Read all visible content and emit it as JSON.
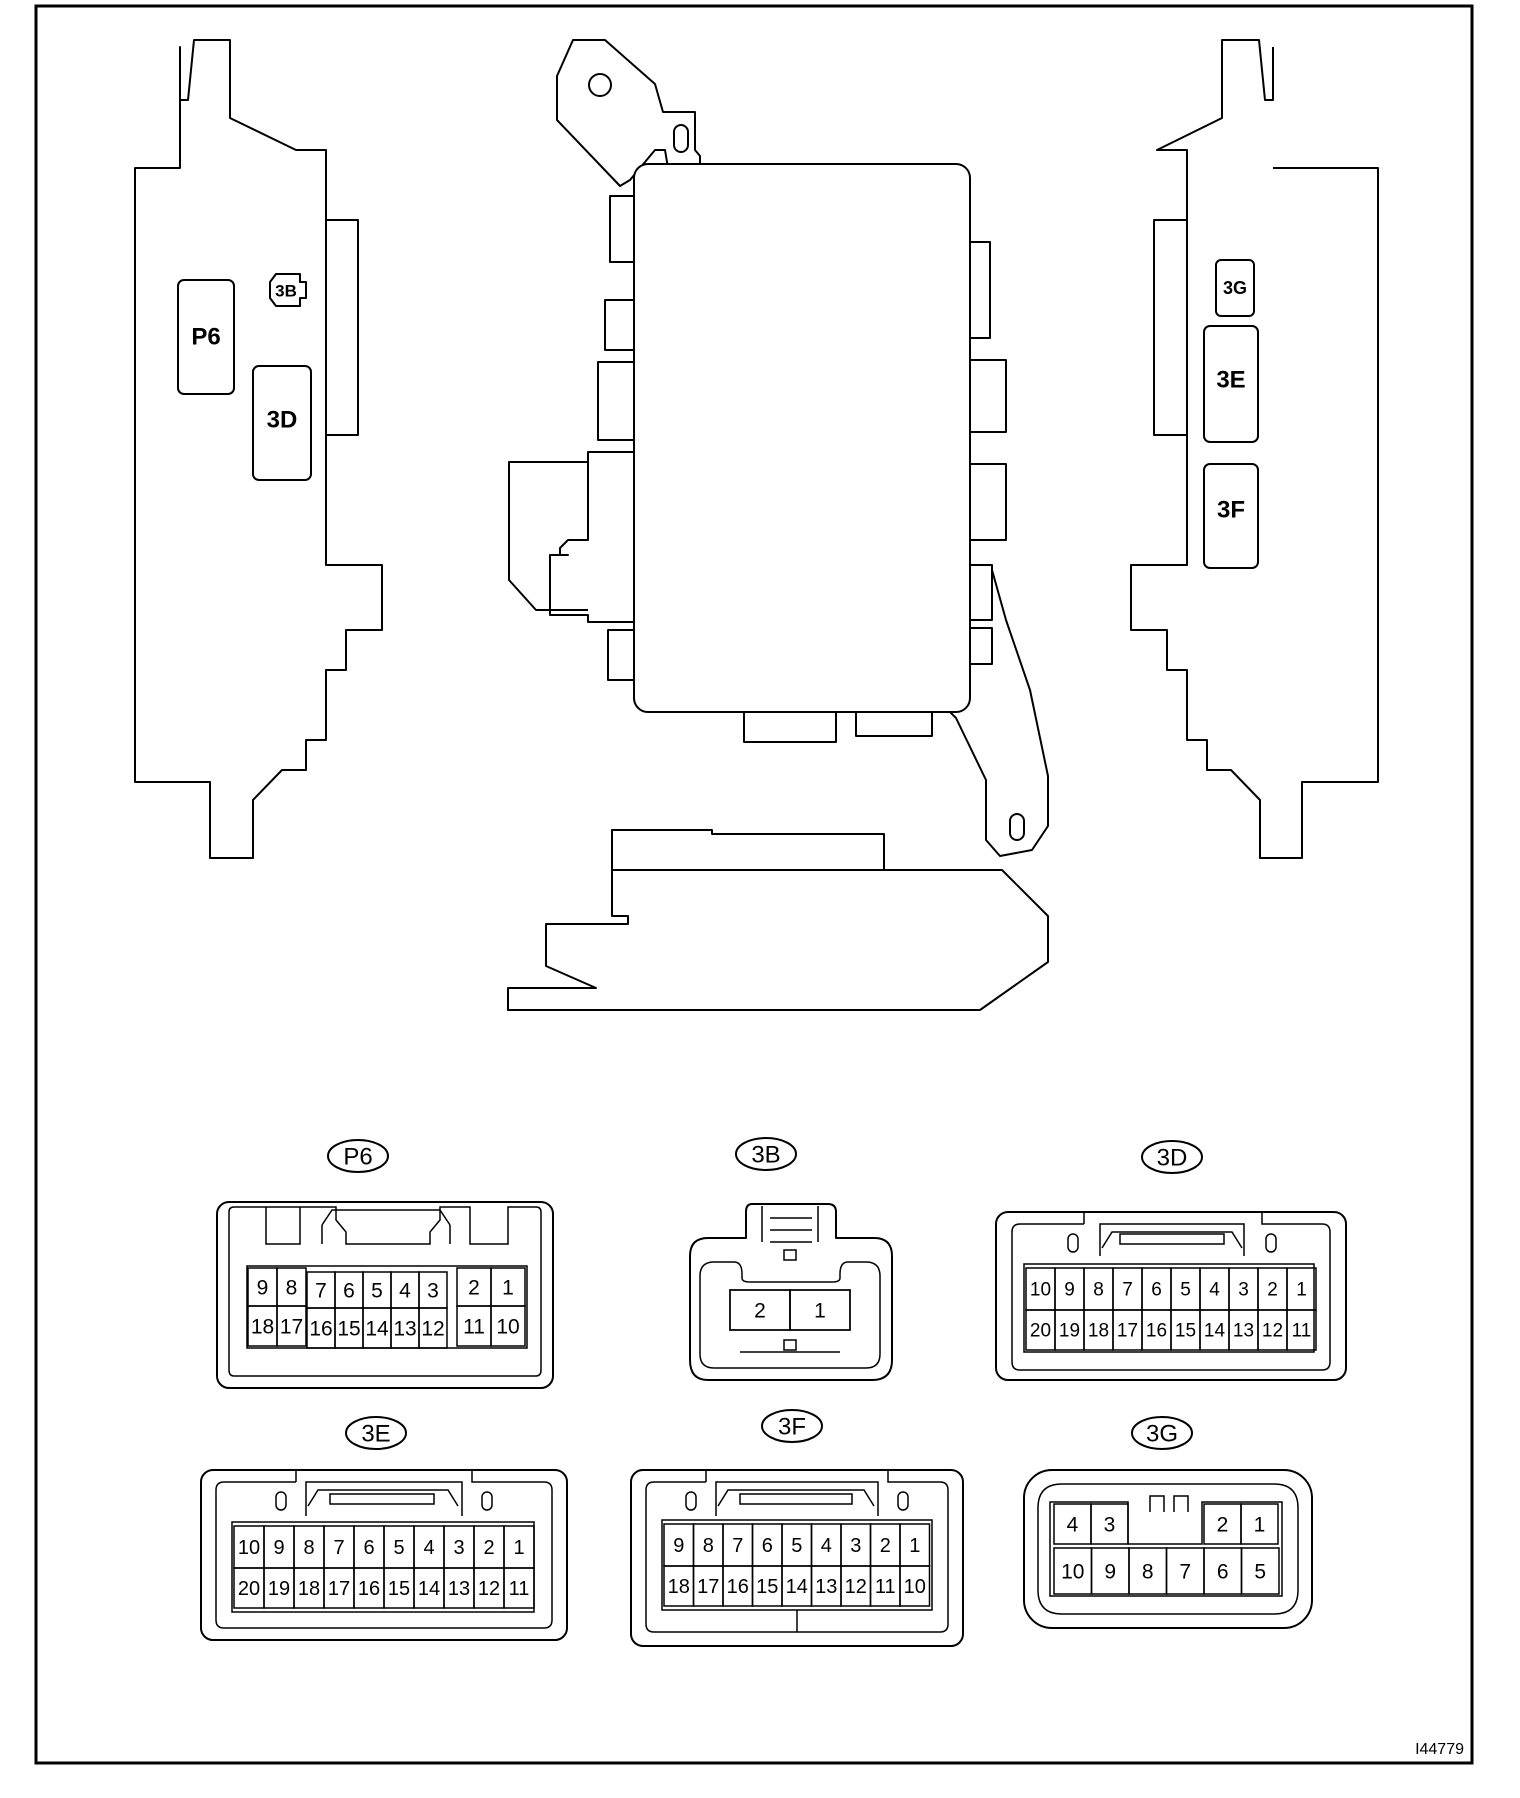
{
  "figure_id": "I44779",
  "body_labels": {
    "p6": "P6",
    "b3": "3B",
    "d3": "3D",
    "g3": "3G",
    "e3": "3E",
    "f3": "3F"
  },
  "connectors": {
    "p6": {
      "name": "P6",
      "row_top": [
        "9",
        "8",
        "7",
        "6",
        "5",
        "4",
        "3",
        "2",
        "1"
      ],
      "row_bottom": [
        "18",
        "17",
        "16",
        "15",
        "14",
        "13",
        "12",
        "11",
        "10"
      ]
    },
    "b3": {
      "name": "3B",
      "row": [
        "2",
        "1"
      ]
    },
    "d3": {
      "name": "3D",
      "row_top": [
        "10",
        "9",
        "8",
        "7",
        "6",
        "5",
        "4",
        "3",
        "2",
        "1"
      ],
      "row_bottom": [
        "20",
        "19",
        "18",
        "17",
        "16",
        "15",
        "14",
        "13",
        "12",
        "11"
      ]
    },
    "e3": {
      "name": "3E",
      "row_top": [
        "10",
        "9",
        "8",
        "7",
        "6",
        "5",
        "4",
        "3",
        "2",
        "1"
      ],
      "row_bottom": [
        "20",
        "19",
        "18",
        "17",
        "16",
        "15",
        "14",
        "13",
        "12",
        "11"
      ]
    },
    "f3": {
      "name": "3F",
      "row_top": [
        "9",
        "8",
        "7",
        "6",
        "5",
        "4",
        "3",
        "2",
        "1"
      ],
      "row_bottom": [
        "18",
        "17",
        "16",
        "15",
        "14",
        "13",
        "12",
        "11",
        "10"
      ]
    },
    "g3": {
      "name": "3G",
      "row_top_left": [
        "4",
        "3"
      ],
      "row_top_right": [
        "2",
        "1"
      ],
      "row_bottom": [
        "10",
        "9",
        "8",
        "7",
        "6",
        "5"
      ]
    }
  }
}
